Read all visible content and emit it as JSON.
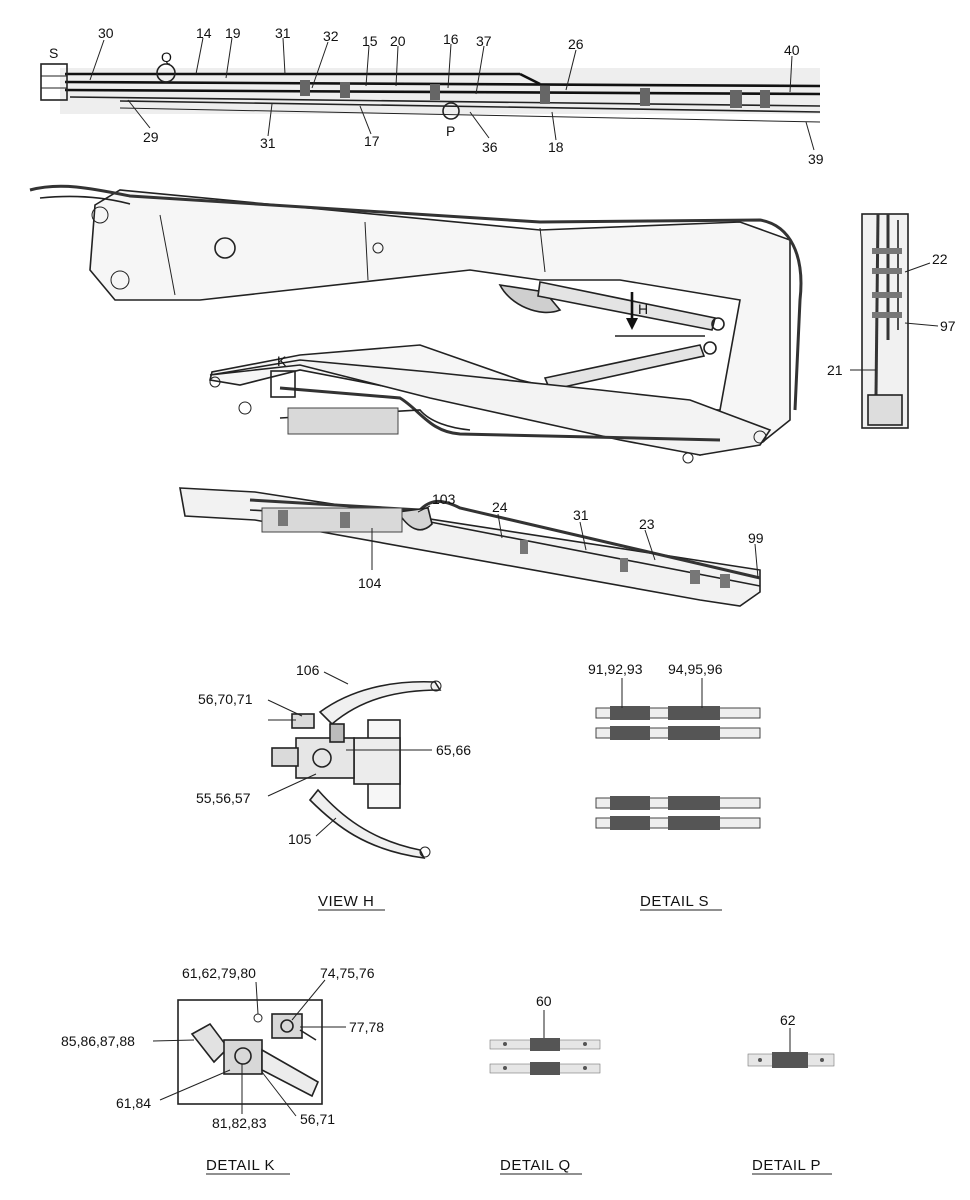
{
  "top_assembly": {
    "labels": [
      "S",
      "30",
      "Q",
      "14",
      "19",
      "31",
      "32",
      "15",
      "20",
      "16",
      "37",
      "26",
      "40",
      "29",
      "31",
      "17",
      "P",
      "36",
      "18",
      "39"
    ]
  },
  "boom": {
    "labels": [
      "H",
      "K",
      "22",
      "97",
      "21"
    ]
  },
  "arm": {
    "labels": [
      "103",
      "24",
      "31",
      "23",
      "99",
      "104"
    ]
  },
  "view_h": {
    "caption": "VIEW H",
    "labels": [
      "106",
      "56,70,71",
      "65,66",
      "55,56,57",
      "105"
    ]
  },
  "detail_s": {
    "caption": "DETAIL S",
    "labels": [
      "91,92,93",
      "94,95,96"
    ]
  },
  "detail_k": {
    "caption": "DETAIL K",
    "labels": [
      "61,62,79,80",
      "74,75,76",
      "77,78",
      "85,86,87,88",
      "61,84",
      "81,82,83",
      "56,71"
    ]
  },
  "detail_q": {
    "caption": "DETAIL Q",
    "labels": [
      "60"
    ]
  },
  "detail_p": {
    "caption": "DETAIL P",
    "labels": [
      "62"
    ]
  }
}
